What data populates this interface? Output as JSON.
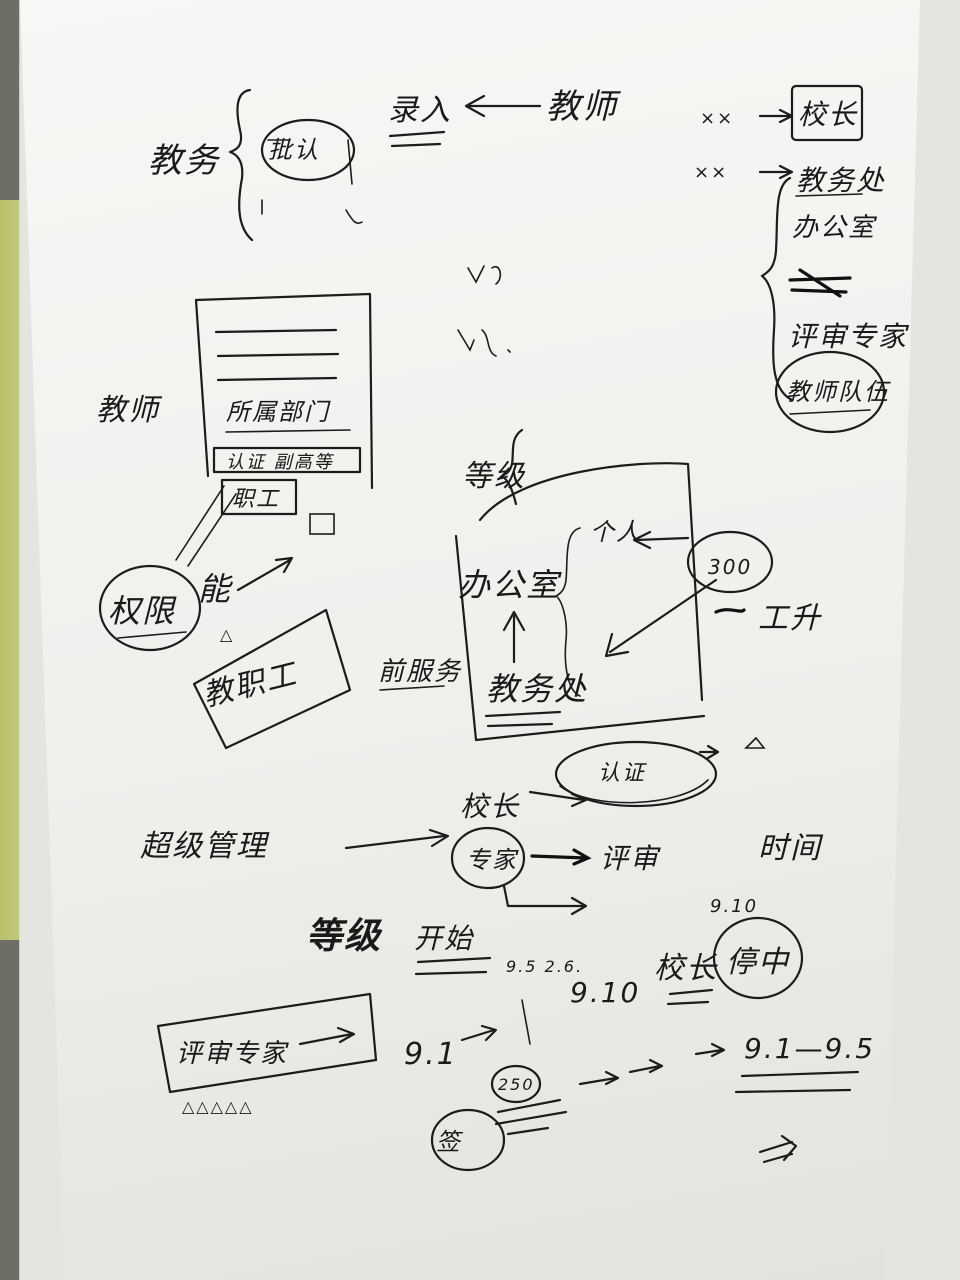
{
  "title": "",
  "labels": {
    "jiaowu_left": "教务",
    "piqueren": "批认",
    "luru": "录入",
    "jiaoshi_top": "教师",
    "xiaozhang_top": "校长",
    "jiaowuchu": "教务处",
    "bangongshi": "办公室",
    "pingshen": "评审专家",
    "jiaoshi_duiwu": "教师队伍",
    "xx1": "××",
    "xx2": "××",
    "jiaoshi_mid": "教师",
    "suoshu_bumen": "所属部门",
    "renzheng": "认证 副高等",
    "zhicheng": "职工",
    "quanxian": "权限",
    "neng": "能",
    "jiaozhigong": "教职工",
    "dengji": "等级",
    "qianfuwu": "前服务",
    "bangongshi_mid": "办公室",
    "jiaowuchu_mid": "教务处",
    "geren": "个人",
    "gongsheng": "工升",
    "num_300": "300",
    "renzheng_bubble": "认证",
    "xiaozhang_mid": "校长",
    "chaoji_guanli": "超级管理",
    "zhuanjia": "专家",
    "pingshen_short": "评审",
    "shijian": "时间",
    "dengji_bottom": "等级",
    "kaishi": "开始",
    "date_9526": "9.5 2.6.",
    "date_910a": "9.10",
    "date_910b": "9.10",
    "xiaozhang_bottom": "校长",
    "tingzhong": "停中",
    "date_91": "9.1",
    "range": "9.1—9.5",
    "pingshen_box": "评审专家",
    "num_250": "250",
    "bottom_circle": "签",
    "marks": "△△△△△",
    "tri_small": "△"
  }
}
